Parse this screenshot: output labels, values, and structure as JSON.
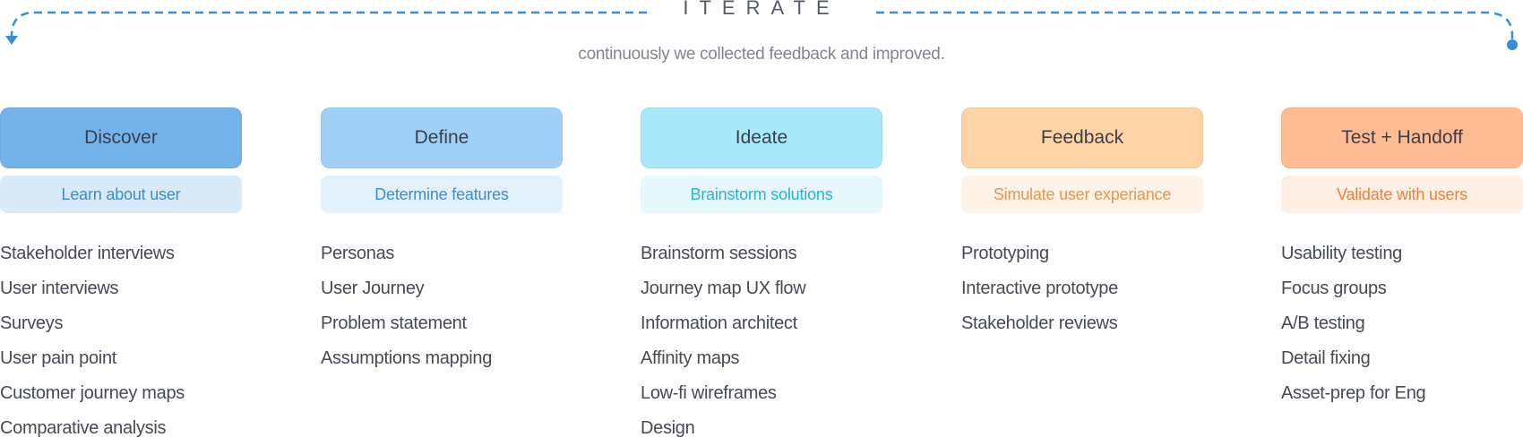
{
  "iterate": {
    "title": "ITERATE",
    "subtitle": "continuously we collected feedback and improved."
  },
  "stages": [
    {
      "title": "Discover",
      "subtitle": "Learn about user",
      "colors": {
        "title_bg": "#74b3ea",
        "sub_bg": "#d8e9f8",
        "sub_text": "#3a8ed6"
      },
      "activities": [
        "Stakeholder interviews",
        "User interviews",
        "Surveys",
        "User pain point",
        "Customer journey maps",
        "Comparative analysis"
      ]
    },
    {
      "title": "Define",
      "subtitle": "Determine features",
      "colors": {
        "title_bg": "#a1d0f6",
        "sub_bg": "#e3f1fc",
        "sub_text": "#3a8ed6"
      },
      "activities": [
        "Personas",
        "User Journey",
        "Problem statement",
        "Assumptions mapping"
      ]
    },
    {
      "title": "Ideate",
      "subtitle": "Brainstorm solutions",
      "colors": {
        "title_bg": "#a8e9f9",
        "sub_bg": "#e7f8fd",
        "sub_text": "#27b2d6"
      },
      "activities": [
        "Brainstorm sessions",
        "Journey map UX flow",
        "Information architect",
        "Affinity maps",
        "Low-fi wireframes",
        "Design"
      ]
    },
    {
      "title": "Feedback",
      "subtitle": "Simulate user experiance",
      "colors": {
        "title_bg": "#fed3a6",
        "sub_bg": "#fff2e6",
        "sub_text": "#e89550"
      },
      "activities": [
        "Prototyping",
        "Interactive prototype",
        "Stakeholder reviews"
      ]
    },
    {
      "title": "Test + Handoff",
      "subtitle": "Validate with users",
      "colors": {
        "title_bg": "#ffbc92",
        "sub_bg": "#fff0e5",
        "sub_text": "#ef7f38"
      },
      "activities": [
        "Usability testing",
        "Focus groups",
        "A/B testing",
        "Detail fixing",
        "Asset-prep for Eng"
      ]
    }
  ],
  "colors": {
    "arrow": "#3a8ed6",
    "text": "#454a55",
    "muted": "#80858f"
  },
  "icons": {
    "arrow_start": "dot-icon",
    "arrow_end": "arrowhead-down-icon"
  }
}
